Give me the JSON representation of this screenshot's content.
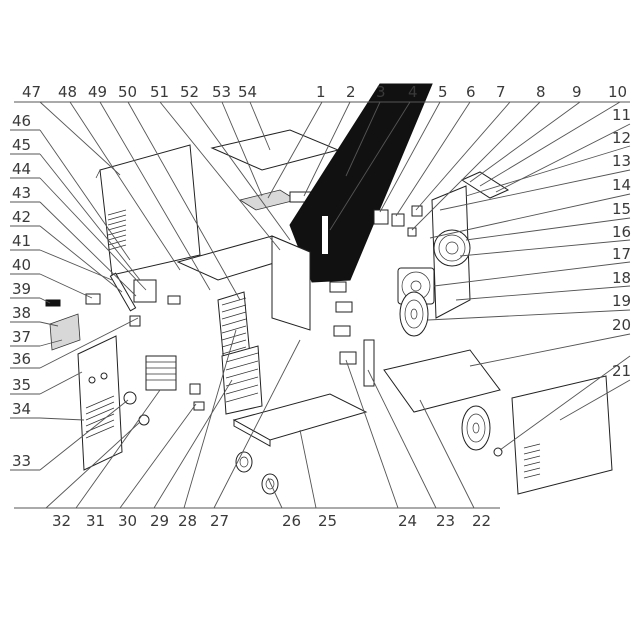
{
  "diagram": {
    "callouts_top": [
      "47",
      "48",
      "49",
      "50",
      "51",
      "52",
      "53",
      "54",
      "1",
      "2",
      "3",
      "4",
      "5",
      "6",
      "7",
      "8",
      "9",
      "10"
    ],
    "callouts_right": [
      "11",
      "12",
      "13",
      "14",
      "15",
      "16",
      "17",
      "18",
      "19",
      "20",
      "21"
    ],
    "callouts_left": [
      "46",
      "45",
      "44",
      "43",
      "42",
      "41",
      "40",
      "39",
      "38",
      "37",
      "36",
      "35",
      "34",
      "33"
    ],
    "callouts_bottom": [
      "32",
      "31",
      "30",
      "29",
      "28",
      "27",
      "26",
      "25",
      "24",
      "23",
      "22"
    ]
  }
}
